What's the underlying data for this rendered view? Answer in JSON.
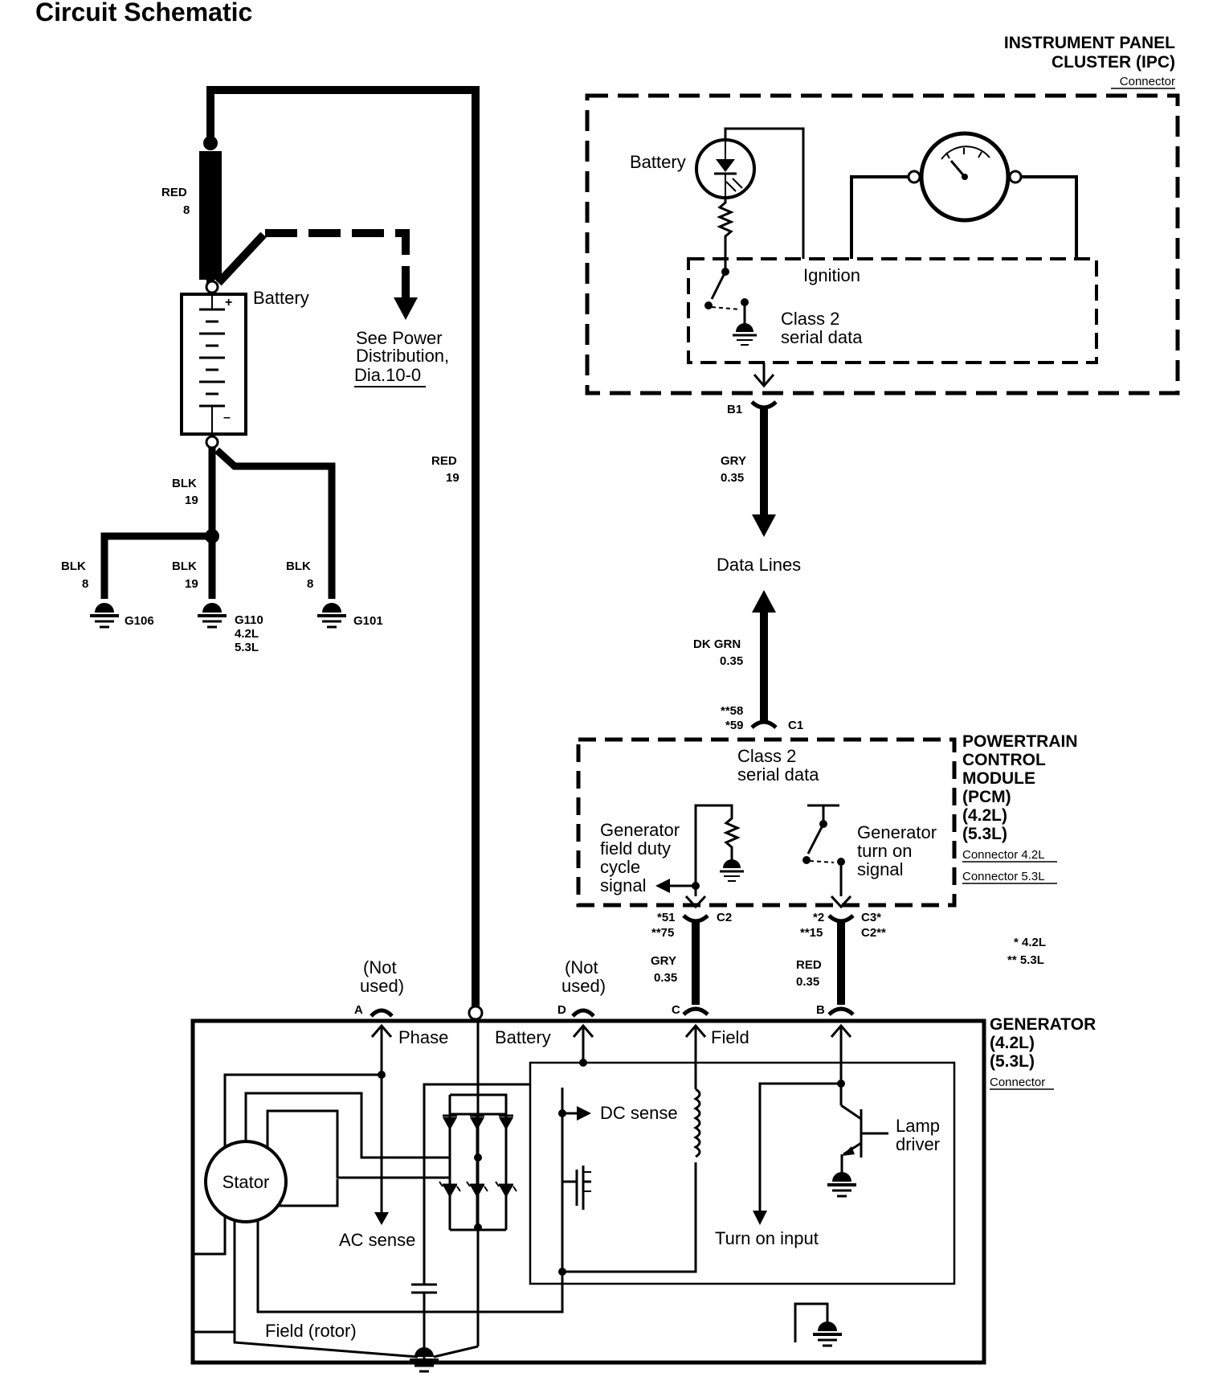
{
  "title": "Circuit Schematic",
  "ipc": {
    "name_line1": "INSTRUMENT PANEL",
    "name_line2": "CLUSTER (IPC)",
    "connector": "Connector",
    "battery": "Battery",
    "ignition": "Ignition",
    "class2_line1": "Class 2",
    "class2_line2": "serial data",
    "pin": "B1"
  },
  "battery_circuit": {
    "battery_label": "Battery",
    "red8_color": "RED",
    "red8_size": "8",
    "see_line1": "See  Power",
    "see_line2": "Distribution,",
    "see_line3": "Dia.10-0",
    "blk19_color": "BLK",
    "blk19_size": "19",
    "blk8a_color": "BLK",
    "blk8a_size": "8",
    "blk19b_color": "BLK",
    "blk19b_size": "19",
    "blk8b_color": "BLK",
    "blk8b_size": "8",
    "g106": "G106",
    "g110": "G110",
    "g110_l1": "4.2L",
    "g110_l2": "5.3L",
    "g101": "G101",
    "red19_color": "RED",
    "red19_size": "19"
  },
  "data_lines": {
    "gry_color": "GRY",
    "gry_size": "0.35",
    "label": "Data Lines",
    "dkgrn_color": "DK GRN",
    "dkgrn_size": "0.35",
    "pin_58": "**58",
    "pin_59": "*59",
    "c1": "C1"
  },
  "pcm": {
    "name_line1": "POWERTRAIN",
    "name_line2": "CONTROL",
    "name_line3": "MODULE",
    "name_line4": "(PCM)",
    "name_line5": "(4.2L)",
    "name_line6": "(5.3L)",
    "connector_42": "Connector 4.2L",
    "connector_53": "Connector 5.3L",
    "class2_line1": "Class 2",
    "class2_line2": "serial data",
    "gen_field_l1": "Generator",
    "gen_field_l2": "field duty",
    "gen_field_l3": "cycle",
    "gen_field_l4": "signal",
    "gen_on_l1": "Generator",
    "gen_on_l2": "turn on",
    "gen_on_l3": "signal",
    "pin_51": "*51",
    "pin_75": "**75",
    "c2": "C2",
    "pin_2": "*2",
    "pin_15": "**15",
    "c3": "C3*",
    "c2b": "C2**"
  },
  "legend": {
    "l1": "*  4.2L",
    "l2": "**  5.3L"
  },
  "generator": {
    "name_line1": "GENERATOR",
    "name_line2": "(4.2L)",
    "name_line3": "(5.3L)",
    "connector": "Connector",
    "not_used_a1": "(Not",
    "not_used_a2": "used)",
    "not_used_d1": "(Not",
    "not_used_d2": "used)",
    "pin_a": "A",
    "pin_d": "D",
    "pin_c": "C",
    "pin_b": "B",
    "gry_color": "GRY",
    "gry_size": "0.35",
    "red_color": "RED",
    "red_size": "0.35",
    "phase": "Phase",
    "battery": "Battery",
    "field": "Field",
    "dc_sense": "DC sense",
    "stator": "Stator",
    "ac_sense": "AC sense",
    "turn_on_input": "Turn on input",
    "lamp_l1": "Lamp",
    "lamp_l2": "driver",
    "field_rotor": "Field  (rotor)"
  }
}
